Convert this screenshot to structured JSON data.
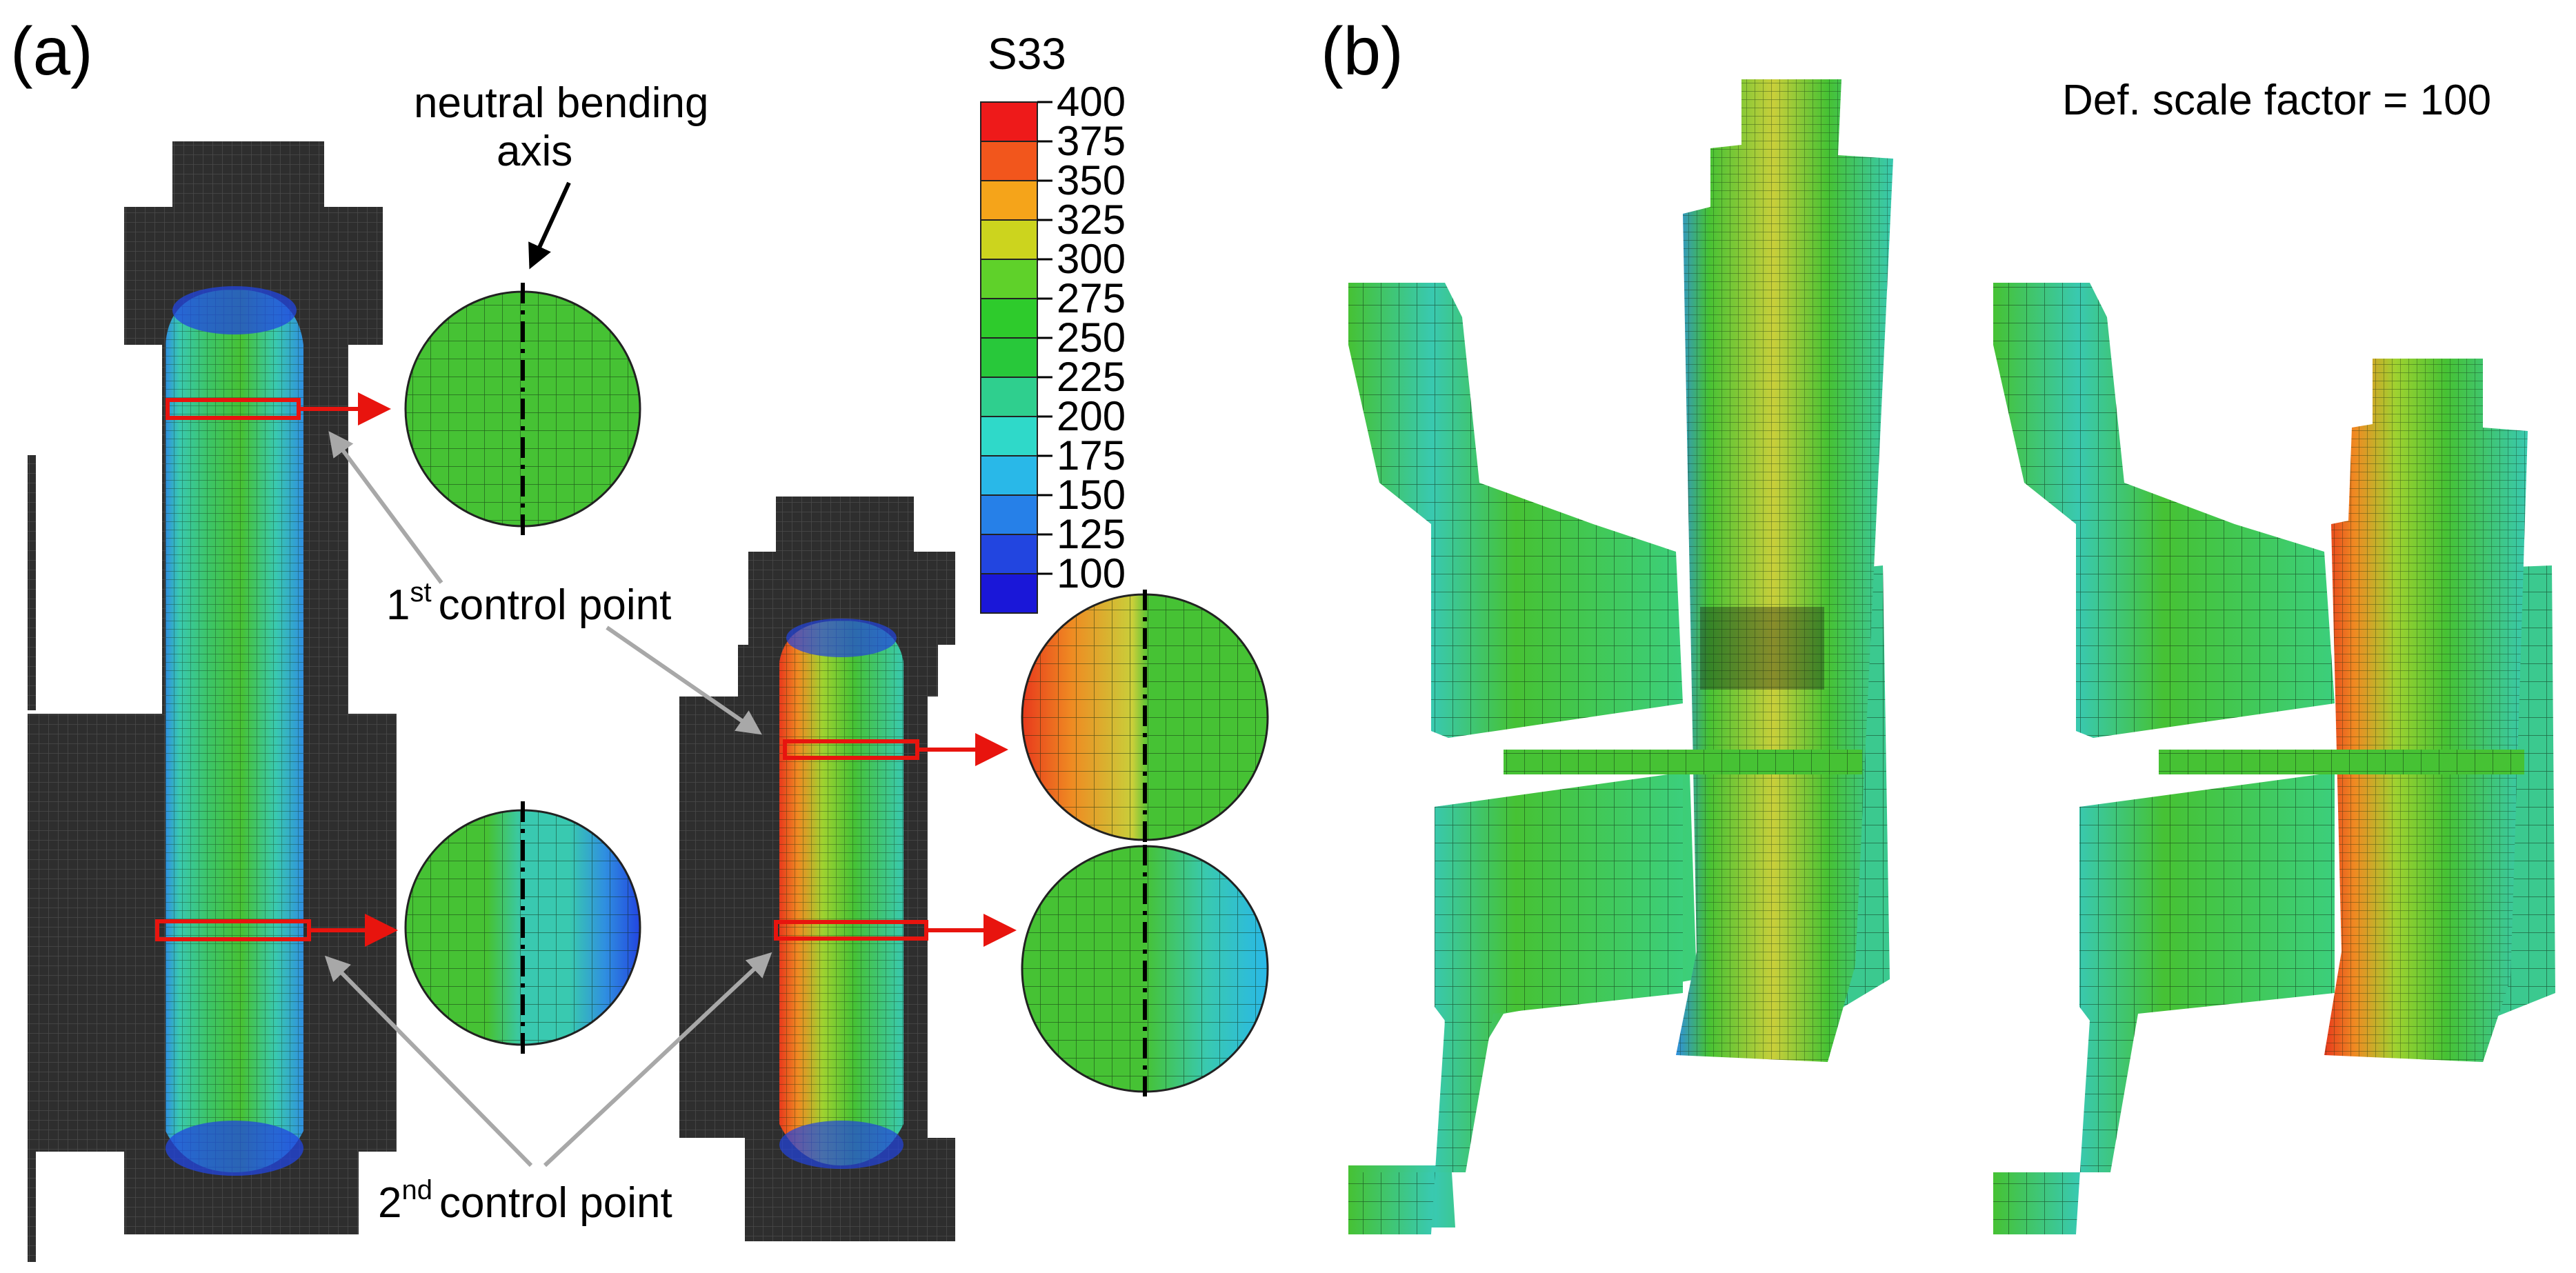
{
  "panels": [
    {
      "label": "(a)"
    },
    {
      "label": "(b)"
    }
  ],
  "annotations": {
    "neutral_axis_line1": "neutral bending",
    "neutral_axis_line2": "axis",
    "first_cp_num": "1",
    "first_cp_sup": "st",
    "first_cp_text": "control point",
    "second_cp_num": "2",
    "second_cp_sup": "nd",
    "second_cp_text": "control point",
    "scale_factor": "Def. scale factor = 100"
  },
  "legend": {
    "title": "S33",
    "values": [
      "400",
      "375",
      "350",
      "325",
      "300",
      "275",
      "250",
      "225",
      "200",
      "175",
      "150",
      "125",
      "100"
    ],
    "colors": [
      "#ee1a1a",
      "#f2561c",
      "#f5a41a",
      "#ccd41e",
      "#5fd12a",
      "#2ecb2c",
      "#28c83a",
      "#2fcf8e",
      "#2fd9c9",
      "#29b8e8",
      "#2680e8",
      "#2245e0",
      "#1a17d8"
    ]
  },
  "colors": {
    "mesh_dark": "#2e2e2e",
    "field_green": "#46c234",
    "field_cyan": "#39c9b0",
    "field_blue": "#2f8fe0",
    "field_yellow": "#c9cf3a",
    "field_orange": "#ef8a22",
    "field_red": "#e8391c",
    "arrow_red": "#e8140e",
    "arrow_grey": "#a8a8a8"
  }
}
